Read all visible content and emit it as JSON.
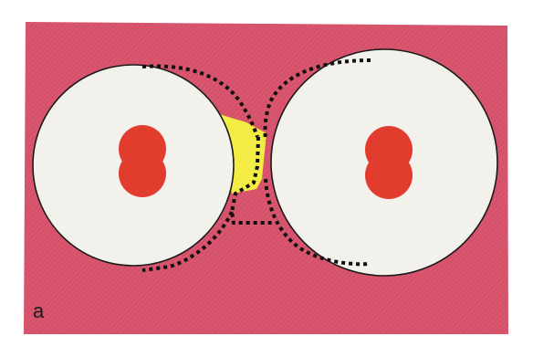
{
  "figure": {
    "panel_label": "a",
    "colors": {
      "page_background": "#ffffff",
      "tissue_background": "#d9566e",
      "tissue_texture": "#c94a63",
      "cell_fill": "#f3f1ec",
      "cell_outline": "#1a1a1a",
      "nucleus": "#e23c2f",
      "junction_highlight": "#f2ec45",
      "dotted_outline": "#111111",
      "label_text": "#1a1a1a"
    },
    "elements": {
      "cells": 2,
      "nuclei_per_cell": 1,
      "dotted_boundaries": 2,
      "junction_regions": 1
    }
  }
}
